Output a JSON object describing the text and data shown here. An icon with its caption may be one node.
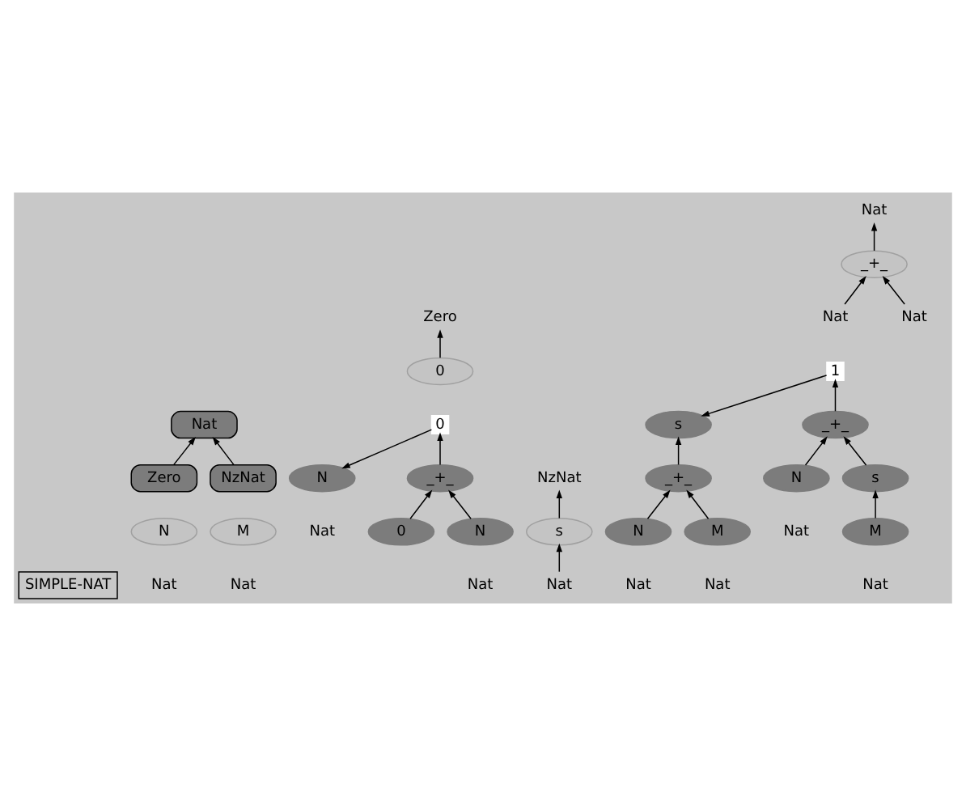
{
  "diagram": {
    "nodes": [
      {
        "text": [
          "SIMPLE-NAT"
        ]
      },
      {
        "text": [
          "Nat"
        ]
      },
      {
        "text": [
          "Zero"
        ]
      },
      {
        "text": [
          "NzNat"
        ]
      },
      {
        "text": [
          "Zero"
        ]
      },
      {
        "text": [
          "0"
        ]
      },
      {
        "text": [
          "NzNat"
        ]
      },
      {
        "text": [
          "s"
        ]
      },
      {
        "text": [
          "Nat"
        ]
      },
      {
        "text": [
          "Nat"
        ]
      },
      {
        "text": [
          "_+_"
        ]
      },
      {
        "text": [
          "Nat"
        ]
      },
      {
        "text": [
          "Nat"
        ]
      },
      {
        "text": [
          "N"
        ],
        "beside": [
          "Nat"
        ]
      },
      {
        "text": [
          "M"
        ],
        "beside": [
          "Nat"
        ]
      },
      {
        "text": [
          "0"
        ]
      },
      {
        "text": [
          "_+_"
        ]
      },
      {
        "text": [
          "N"
        ],
        "beside": [
          "Nat"
        ]
      },
      {
        "text": [
          "0"
        ]
      },
      {
        "text": [
          "N"
        ],
        "beside": [
          "Nat"
        ]
      },
      {
        "text": [
          "1"
        ]
      },
      {
        "text": [
          "_+_"
        ]
      },
      {
        "text": [
          "N"
        ],
        "beside": [
          "Nat"
        ]
      },
      {
        "text": [
          "s"
        ]
      },
      {
        "text": [
          "M"
        ],
        "beside": [
          "Nat"
        ]
      },
      {
        "text": [
          "s"
        ]
      },
      {
        "text": [
          "_+_"
        ]
      },
      {
        "text": [
          "N"
        ],
        "beside": [
          "Nat"
        ]
      },
      {
        "text": [
          "M"
        ],
        "beside": [
          "Nat"
        ]
      }
    ],
    "edges": [
      {
        "from": 2,
        "to": 1,
        "arrow": "to"
      },
      {
        "from": 3,
        "to": 1,
        "arrow": "to"
      },
      {
        "from": 5,
        "to": 4,
        "arrow": "to"
      },
      {
        "from": 8,
        "to": 7,
        "arrow": "to"
      },
      {
        "from": 7,
        "to": 6,
        "arrow": "to"
      },
      {
        "from": 11,
        "to": 10,
        "arrow": "to"
      },
      {
        "from": 12,
        "to": 10,
        "arrow": "to"
      },
      {
        "from": 10,
        "to": 9,
        "arrow": "to"
      },
      {
        "from": 16,
        "to": 15,
        "arrow": "to"
      },
      {
        "from": 15,
        "to": 17,
        "arrow": "to"
      },
      {
        "from": 18,
        "to": 16,
        "arrow": "to"
      },
      {
        "from": 19,
        "to": 16,
        "arrow": "to"
      },
      {
        "from": 21,
        "to": 20,
        "arrow": "to"
      },
      {
        "from": 20,
        "to": 25,
        "arrow": "to"
      },
      {
        "from": 22,
        "to": 21,
        "arrow": "to"
      },
      {
        "from": 23,
        "to": 21,
        "arrow": "to"
      },
      {
        "from": 24,
        "to": 23,
        "arrow": "to"
      },
      {
        "from": 26,
        "to": 25,
        "arrow": "to"
      },
      {
        "from": 27,
        "to": 26,
        "arrow": "to"
      },
      {
        "from": 28,
        "to": 26,
        "arrow": "to"
      }
    ]
  }
}
